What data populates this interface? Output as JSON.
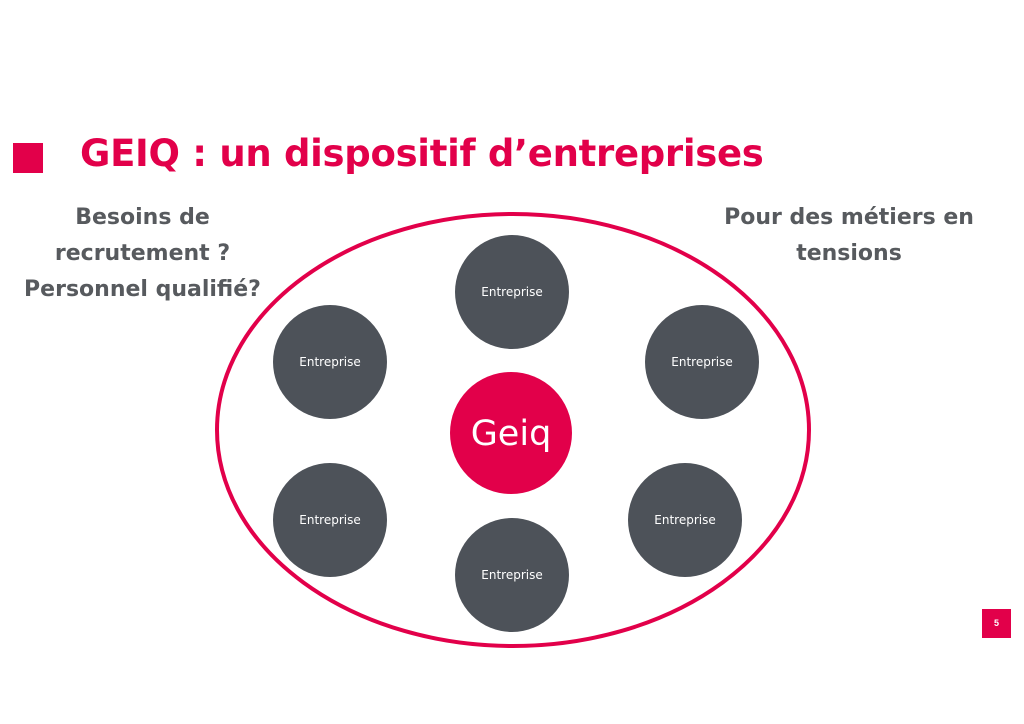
{
  "slide": {
    "title": "GEIQ : un dispositif d’entreprises",
    "left_text": [
      "Besoins de",
      "recrutement ?",
      "Personnel qualifié?"
    ],
    "right_text": [
      "Pour des métiers en",
      "tensions"
    ],
    "page_number": "5"
  },
  "diagram": {
    "center_label": "Geiq",
    "nodes": [
      {
        "label": "Entreprise"
      },
      {
        "label": "Entreprise"
      },
      {
        "label": "Entreprise"
      },
      {
        "label": "Entreprise"
      },
      {
        "label": "Entreprise"
      },
      {
        "label": "Entreprise"
      }
    ]
  },
  "colors": {
    "accent": "#e2004a",
    "node_fill": "#4d5259",
    "text_gray": "#575a5e"
  }
}
